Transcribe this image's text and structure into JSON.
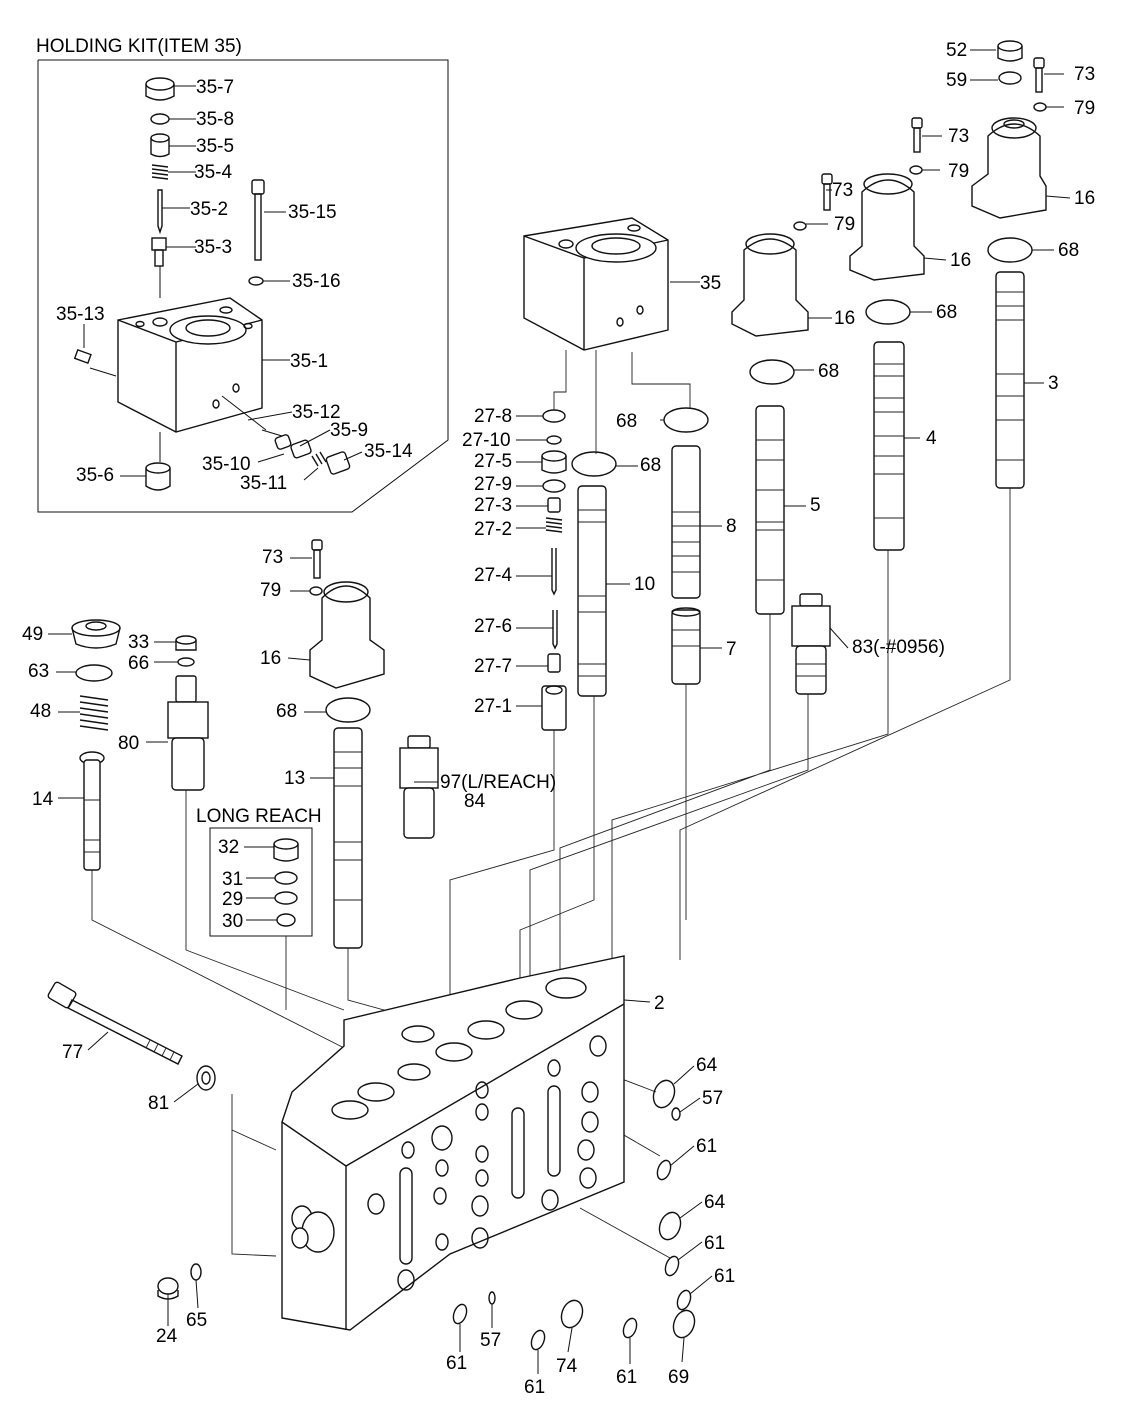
{
  "holding_kit": {
    "title": "HOLDING KIT(ITEM 35)",
    "items": [
      "35-7",
      "35-8",
      "35-5",
      "35-4",
      "35-2",
      "35-15",
      "35-3",
      "35-16",
      "35-13",
      "35-1",
      "35-12",
      "35-9",
      "35-10",
      "35-14",
      "35-11",
      "35-6"
    ]
  },
  "long_reach": {
    "title": "LONG REACH",
    "items": [
      "32",
      "31",
      "29",
      "30"
    ]
  },
  "callouts": [
    "52",
    "73",
    "59",
    "79",
    "16",
    "73",
    "79",
    "16",
    "73",
    "79",
    "16",
    "68",
    "68",
    "68",
    "35",
    "3",
    "4",
    "68",
    "68",
    "27-8",
    "27-10",
    "27-5",
    "27-9",
    "27-3",
    "27-2",
    "27-4",
    "27-6",
    "27-7",
    "27-1",
    "5",
    "8",
    "10",
    "7",
    "83(-#0956)",
    "73",
    "79",
    "16",
    "68",
    "13",
    "97(L/REACH)",
    "84",
    "49",
    "33",
    "66",
    "63",
    "48",
    "80",
    "14",
    "2",
    "77",
    "81",
    "64",
    "57",
    "61",
    "64",
    "61",
    "61",
    "24",
    "65",
    "57",
    "61",
    "74",
    "61",
    "69",
    "61"
  ]
}
